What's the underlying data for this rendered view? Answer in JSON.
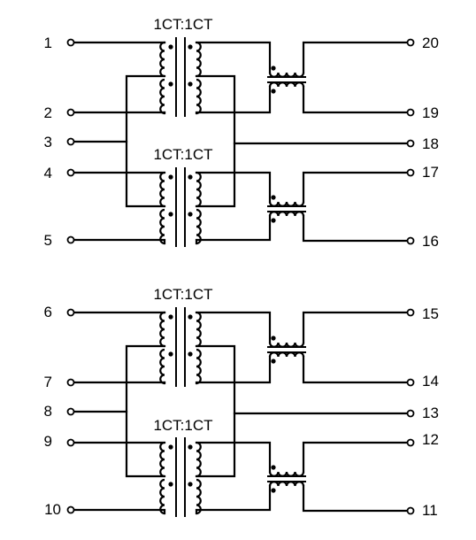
{
  "transformers": [
    {
      "ratio": "1CT:1CT"
    },
    {
      "ratio": "1CT:1CT"
    },
    {
      "ratio": "1CT:1CT"
    },
    {
      "ratio": "1CT:1CT"
    }
  ],
  "pins_left": [
    "1",
    "2",
    "3",
    "4",
    "5",
    "6",
    "7",
    "8",
    "9",
    "10"
  ],
  "pins_right": [
    "20",
    "19",
    "18",
    "17",
    "16",
    "15",
    "14",
    "13",
    "12",
    "11"
  ]
}
